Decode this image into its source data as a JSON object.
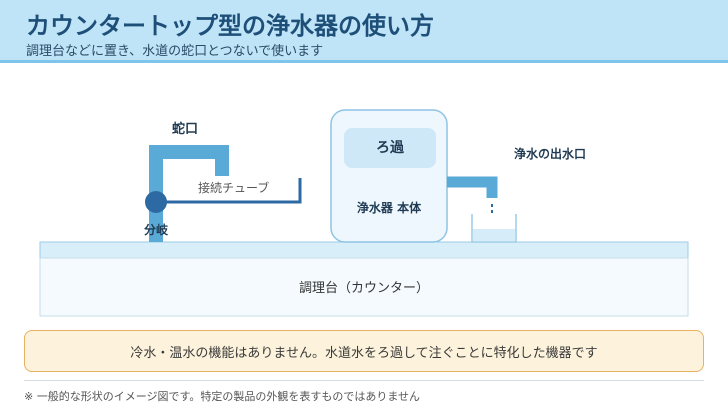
{
  "header": {
    "title": "カウンタートップ型の浄水器の使い方",
    "subtitle": "調理台などに置き、水道の蛇口とつないで使います"
  },
  "diagram": {
    "faucet_label": "蛇口",
    "branch_label": "分岐",
    "tube_label": "接続チューブ",
    "filter_label": "ろ過",
    "body_label": "浄水器 本体",
    "outlet_label": "浄水の出水口",
    "counter_label": "調理台（カウンター）"
  },
  "note": {
    "text": "冷水・温水の機能はありません。水道水をろ過して注ぐことに特化した機器です"
  },
  "footnote": {
    "text": "※ 一般的な形状のイメージ図です。特定の製品の外観を表すものではありません"
  },
  "colors": {
    "pipe": "#5aaad8",
    "tube": "#2d6aa3",
    "node": "#2d6aa3",
    "header_bg": "#bfe3f7",
    "note_border": "#e8b062"
  }
}
